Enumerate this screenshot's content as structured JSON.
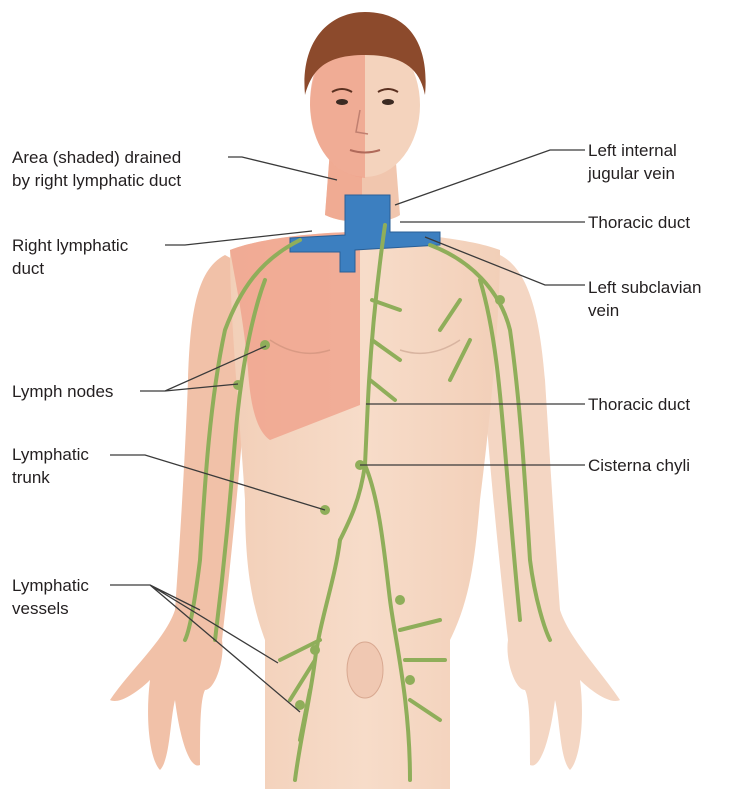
{
  "figure": {
    "labels_left": {
      "area_shaded": [
        "Area (shaded) drained",
        "by right lymphatic duct"
      ],
      "right_lymphatic_duct": [
        "Right lymphatic",
        "duct"
      ],
      "lymph_nodes": [
        "Lymph nodes"
      ],
      "lymphatic_trunk": [
        "Lymphatic",
        "trunk"
      ],
      "lymphatic_vessels": [
        "Lymphatic",
        "vessels"
      ]
    },
    "labels_right": {
      "left_internal_jugular_vein": [
        "Left internal",
        "jugular vein"
      ],
      "thoracic_duct_upper": [
        "Thoracic duct"
      ],
      "left_subclavian_vein": [
        "Left subclavian",
        "vein"
      ],
      "thoracic_duct_lower": [
        "Thoracic duct"
      ],
      "cisterna_chyli": [
        "Cisterna chyli"
      ]
    }
  },
  "colors": {
    "skin": "#f3d2bd",
    "skin_shaded": "#f0a58e",
    "hair": "#8c4a2c",
    "vein_blue": "#3c7fc0",
    "lymph_green": "#8fae5a",
    "leader_line": "#3a3a3a",
    "text": "#231f20"
  }
}
